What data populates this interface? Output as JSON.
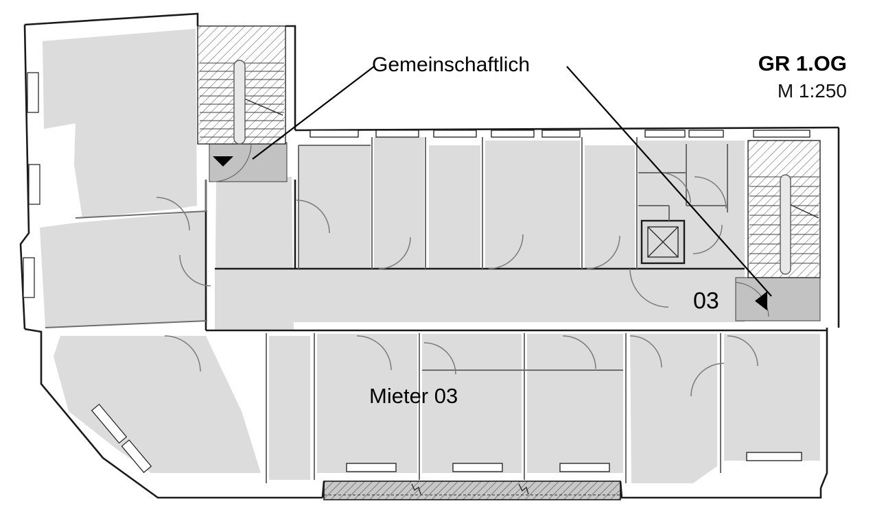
{
  "drawing": {
    "title": "GR 1.OG",
    "scale_label": "M 1:250",
    "type": "architectural-floor-plan",
    "floor": "1.OG"
  },
  "annotations": {
    "common_area_label": "Gemeinschaftlich",
    "unit_number_label": "03",
    "tenant_label": "Mieter 03"
  },
  "colors": {
    "room_fill": "#dcdcdc",
    "common_fill": "#c2c2c2",
    "wall_stroke": "#1a1a1a",
    "inner_wall_stroke": "#6e6e6e",
    "hatch_stroke": "#555555",
    "background": "#ffffff",
    "text": "#000000"
  },
  "legend_items": [
    {
      "name": "Gemeinschaftlich",
      "meaning": "common / shared area",
      "fill": "#c2c2c2"
    },
    {
      "name": "Mieter 03",
      "meaning": "tenant unit 03",
      "fill": "#dcdcdc"
    }
  ],
  "features": {
    "staircases": 2,
    "elevators": 1,
    "door_swings": 21,
    "balcony_strip": 1,
    "leader_lines": 2
  }
}
